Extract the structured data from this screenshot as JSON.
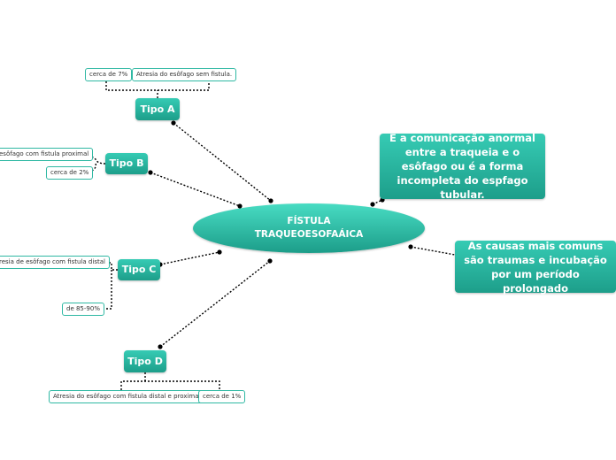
{
  "central": {
    "title_line1": "FÍSTULA",
    "title_line2": "TRAQUEOESOFAÁICA"
  },
  "definition": "É a comunicação anormal entre a traqueia e o esôfago ou é a forma incompleta do espfago tubular.",
  "causes": "As causas mais comuns são traumas e incubação por um período prolongado",
  "types": [
    {
      "label": "Tipo A",
      "leaves": [
        "cerca de 7%",
        "Atresia do esôfago sem fistula."
      ]
    },
    {
      "label": "Tipo B",
      "leaves": [
        "esôfago com fistula proximal",
        "cerca de 2%"
      ]
    },
    {
      "label": "Tipo C",
      "leaves": [
        "resia de esôfago com fistula distal",
        "de 85-90%"
      ]
    },
    {
      "label": "Tipo D",
      "leaves": [
        "Atresia do esôfago com fistula distal e proximal",
        "cerca de 1%"
      ]
    }
  ],
  "colors": {
    "node": "#1d9e8a",
    "link": "#000000",
    "leaf_border": "#2fb8a3"
  }
}
